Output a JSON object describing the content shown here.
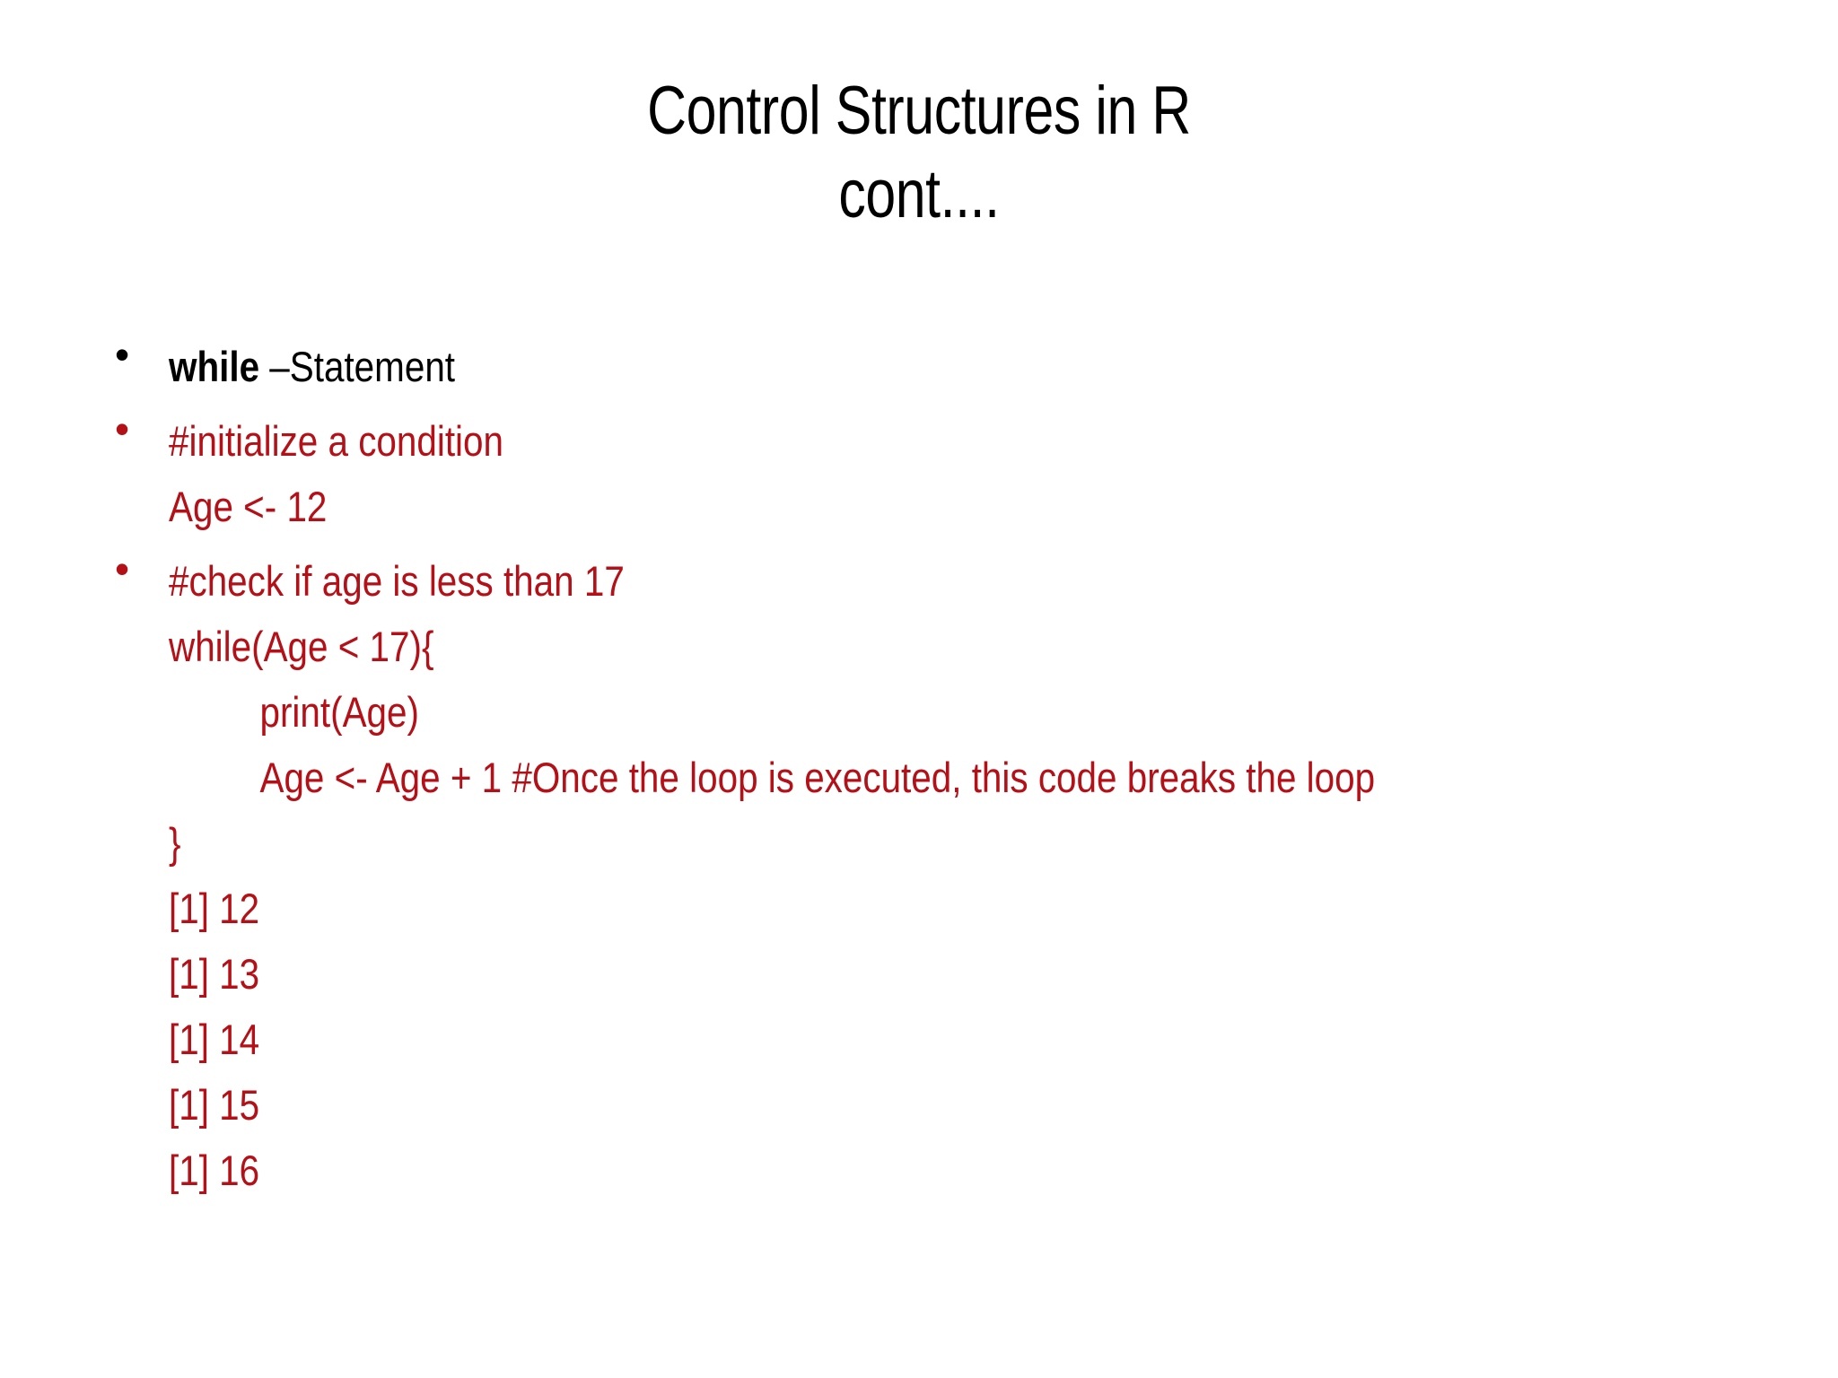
{
  "slide": {
    "background_color": "#FFFFFF",
    "accent_color": "#B41017",
    "text_color": "#000000",
    "title": {
      "line1": "Control Structures in R",
      "line2": "cont...."
    },
    "bullets": [
      {
        "marker": "bullet-dot",
        "marker_color": "#000000",
        "color": "#000000",
        "lines": [
          {
            "bold_prefix": "while",
            "rest": " –Statement"
          }
        ]
      },
      {
        "marker": "bullet-dot",
        "marker_color": "#B41017",
        "color": "#B41017",
        "lines": [
          {
            "text": "#initialize a condition"
          },
          {
            "text": "Age <- 12"
          }
        ]
      },
      {
        "marker": "bullet-dot",
        "marker_color": "#B41017",
        "color": "#B41017",
        "lines": [
          {
            "text": "#check if age is less than 17"
          },
          {
            "text": "while(Age < 17){"
          },
          {
            "text": "print(Age)",
            "indented": true
          },
          {
            "text": "Age <- Age + 1 #Once the loop is executed, this code breaks the loop",
            "indented": true
          },
          {
            "text": "}"
          }
        ]
      }
    ],
    "console_output": [
      "[1] 12",
      "[1] 13",
      "[1] 14",
      "[1] 15",
      "[1] 16"
    ]
  }
}
